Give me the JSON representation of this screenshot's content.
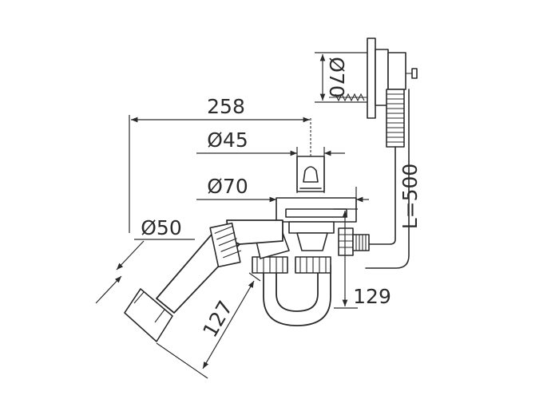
{
  "dimensions": {
    "total_width": "258",
    "outlet_top_diameter": "Ø45",
    "flange_diameter": "Ø70",
    "overflow_diameter": "Ø70",
    "cable_length": "L=500",
    "outlet_pipe_diameter": "Ø50",
    "height": "129",
    "pipe_length": "127"
  }
}
